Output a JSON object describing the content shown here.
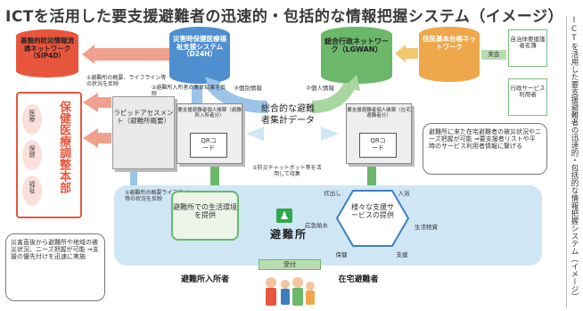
{
  "title": "ICTを活用した要支援避難者の迅速的・包括的な情報把握システム（イメージ）",
  "side_caption": "ICTを活用した要支援避難者の迅速的・包括的な情報把握システム（イメージ）",
  "nodes": {
    "sip4d": "基盤的防災情報流通ネットワーク（SIP4D）",
    "d24h": "災害時保健医療福祉支援システム（D24H）",
    "lgwan": "総合行政ネットワーク（LGWAN）",
    "juki": "住民基本台帳ネットワーク",
    "jichitai": "自治体要援護者名簿",
    "gyosei": "行政サービス利用者",
    "hoken_hq": "保健医療調整本部",
    "hq_tags": [
      "医療",
      "保健",
      "福祉"
    ],
    "rapid": "ラピッドアセスメント（避難所概要）",
    "center_data": "総合的な避難者集計データ",
    "shelter_card": "要支援避難者個人帳票（避難所入所者分）",
    "home_card": "要支援避難者個人帳票（在宅避難者分）",
    "qr": "QRコード",
    "shelter_env": "避難所での生活環境を提供",
    "hex": "様々な支援サービスの提供",
    "shelter_name": "避難所",
    "reception": "受付"
  },
  "labels": {
    "via": "実会",
    "l1": "①避難所の概要、ライフライン等の状況を反映",
    "l2": "②避難所入所者の集計結果を反映",
    "l3": "③個別情報",
    "l4": "②個人情報",
    "l5": "①防災チャットボット等を活用して収集",
    "l6": "①避難所の概要ライフライン等の状況を反映"
  },
  "callout_right": "避難所に来た在宅避難者の被災状況やニーズ把握が可能 ⇒要支援者リストや平時のサービス利用者情報に繋げる",
  "callout_left": "災害直後から避難所や地域の被災状況、ニーズ把握が可能 ⇒支援の優先付けを迅速に実施",
  "services": [
    "炊出し",
    "入浴",
    "応急給水",
    "生活物資",
    "保健",
    "支援"
  ],
  "bottom_labels": {
    "left": "避難所入所者",
    "right": "在宅避難者"
  },
  "colors": {
    "red": "#e8553d",
    "blue": "#3f7fc0",
    "green": "#6bb86a",
    "orange": "#eea74a",
    "lightblue": "#cfe6f5"
  }
}
